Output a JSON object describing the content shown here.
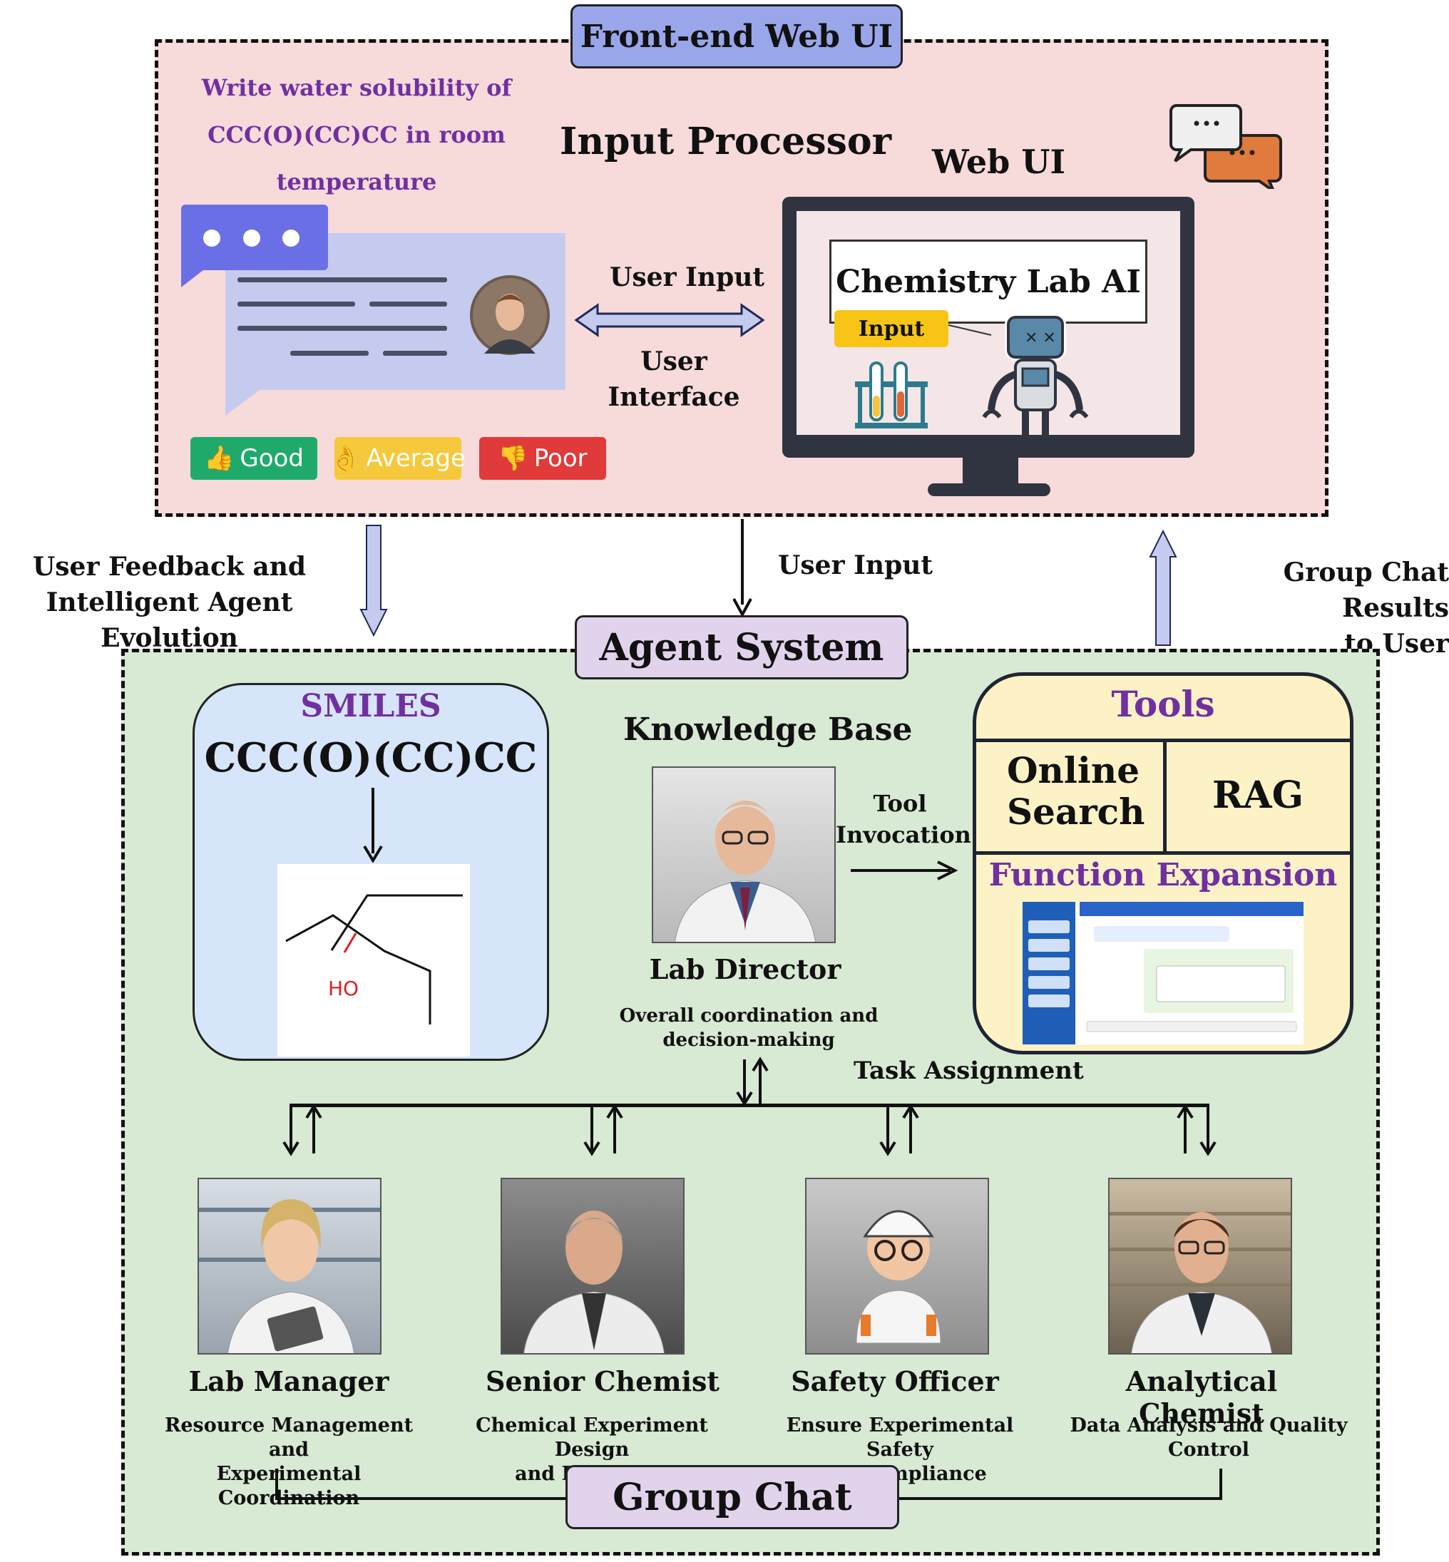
{
  "frontend": {
    "label": "Front-end Web UI",
    "query_lines": [
      "Write water solubility of",
      "CCC(O)(CC)CC in room",
      "temperature"
    ],
    "input_processor": "Input Processor",
    "web_ui": "Web UI",
    "user_input": "User Input",
    "user_interface_lines": [
      "User",
      "Interface"
    ],
    "chem_title": "Chemistry Lab AI",
    "input_tag": "Input",
    "ratings": [
      {
        "label": "Good",
        "icon": "👍",
        "color": "#1faa6b"
      },
      {
        "label": "Average",
        "icon": "👌",
        "color": "#f6c93c"
      },
      {
        "label": "Poor",
        "icon": "👎",
        "color": "#e03a3a"
      }
    ]
  },
  "flows": {
    "feedback_lines": [
      "User Feedback and",
      "Intelligent Agent Evolution"
    ],
    "user_input": "User Input",
    "results_lines": [
      "Group Chat Results",
      "to User"
    ]
  },
  "agent": {
    "label": "Agent System",
    "smiles_title": "SMILES",
    "smiles_string": "CCC(O)(CC)CC",
    "molecule_label": "HO",
    "knowledge_base": "Knowledge Base",
    "tool_invocation_lines": [
      "Tool",
      "Invocation"
    ],
    "director_name": "Lab Director",
    "director_desc_lines": [
      "Overall coordination and",
      "decision-making"
    ],
    "task_assignment": "Task Assignment",
    "tools": {
      "title": "Tools",
      "online_search_lines": [
        "Online",
        "Search"
      ],
      "rag": "RAG",
      "function_expansion": "Function Expansion"
    },
    "roles": [
      {
        "name": "Lab Manager",
        "desc_lines": [
          "Resource Management and",
          "Experimental Coordination"
        ]
      },
      {
        "name": "Senior Chemist",
        "desc_lines": [
          "Chemical Experiment Design",
          "and Execution"
        ]
      },
      {
        "name": "Safety Officer",
        "desc_lines": [
          "Ensure Experimental Safety",
          "and Compliance"
        ]
      },
      {
        "name": "Analytical Chemist",
        "desc_lines": [
          "Data Analysis and Quality",
          "Control"
        ]
      }
    ],
    "group_chat": "Group Chat"
  },
  "colors": {
    "purple_text": "#7030a0",
    "frontend_bg": "#f7dada",
    "agent_bg": "#d8e9d4",
    "smiles_bg": "#d7e5fa",
    "tools_bg": "#fdf2c6"
  }
}
